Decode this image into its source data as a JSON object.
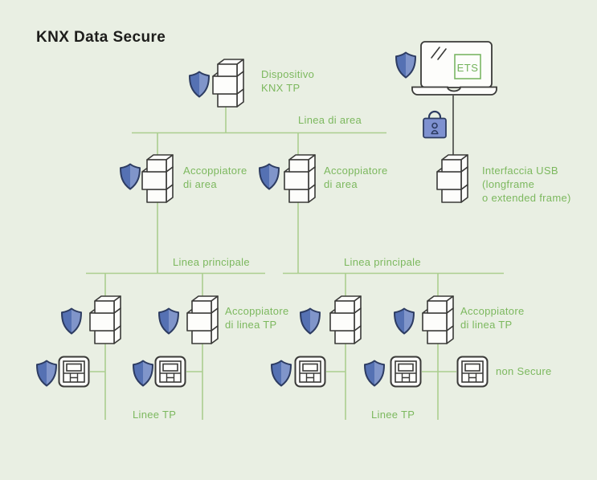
{
  "title": "KNX Data Secure",
  "colors": {
    "background": "#e9efe3",
    "bus_line_green": "#abce8f",
    "label_green": "#7cb85e",
    "ets_green": "#72b25a",
    "device_outline": "#3a3a38",
    "device_fill": "#fdfdfb",
    "shield_fill_dark": "#5571b3",
    "shield_fill_light": "#8095ca",
    "shield_outline": "#2d3c62",
    "padlock_fill": "#7e91d0",
    "title_color": "#1d1d1b"
  },
  "icons": {
    "shield": "shield-icon",
    "padlock": "padlock-icon",
    "laptop": "laptop-icon",
    "din_module": "din-module-icon",
    "wall_device": "wall-device-icon"
  },
  "labels": {
    "ets": "ETS",
    "dispositivo": "Dispositivo\nKNX TP",
    "linea_di_area": "Linea di area",
    "acc_area_left": "Accoppiatore\ndi area",
    "acc_area_right": "Accoppiatore\ndi area",
    "usb": "Interfaccia USB\n(longframe\no extended frame)",
    "linea_principale_left": "Linea principale",
    "linea_principale_right": "Linea principale",
    "acc_linea_left": "Accoppiatore\ndi linea TP",
    "acc_linea_right": "Accoppiatore\ndi linea TP",
    "non_secure": "non Secure",
    "linee_tp_left": "Linee TP",
    "linee_tp_right": "Linee TP"
  }
}
